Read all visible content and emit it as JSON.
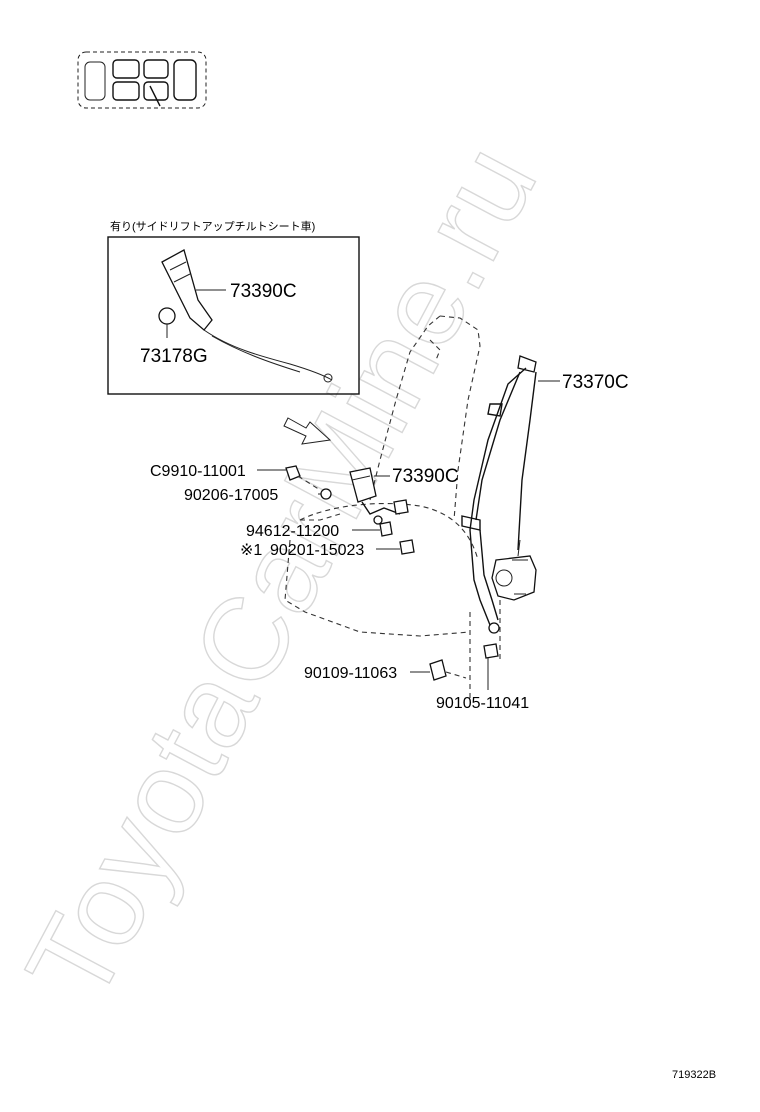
{
  "watermark": "ToyotaCarMine.ru",
  "inset": {
    "caption": "有り(サイドリフトアップチルトシート車)",
    "buckle_label": "73390C",
    "cap_label": "73178G"
  },
  "parts": {
    "retractor_belt": "73370C",
    "buckle": "73390C",
    "bolt_c9910": "C9910-11001",
    "washer_90206": "90206-17005",
    "spacer_94612": "94612-11200",
    "nut_90201": "90201-15023",
    "nut_marker": "※1",
    "bolt_90109": "90109-11063",
    "bolt_90105": "90105-11041"
  },
  "diagram_code": "719322B"
}
